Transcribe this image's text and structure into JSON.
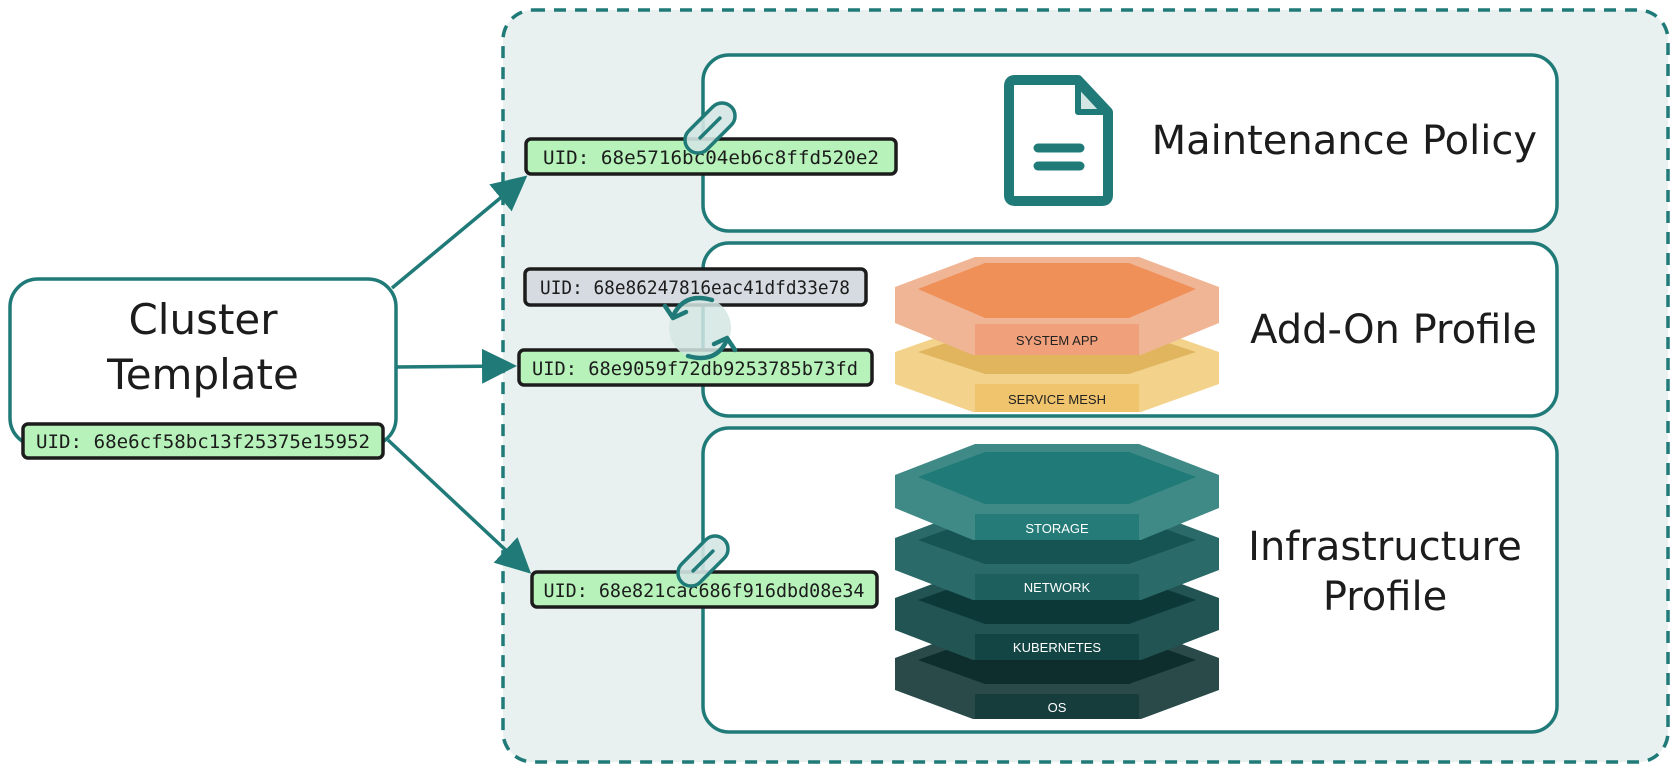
{
  "colors": {
    "teal": "#1f7a78",
    "panel_bg": "#e8f1f0",
    "uid_green": "#b6f2b9",
    "uid_gray": "#d6dbe1",
    "card_bg": "#ffffff"
  },
  "cluster_template": {
    "title_line1": "Cluster",
    "title_line2": "Template",
    "uid": "UID: 68e6cf58bc13f25375e15952"
  },
  "maintenance_policy": {
    "title": "Maintenance Policy",
    "uid": "UID: 68e5716bc04eb6c8ffd520e2",
    "icon": "document-icon",
    "link_icon": "link-icon"
  },
  "addon_profile": {
    "title": "Add-On Profile",
    "uid_previous": "UID: 68e86247816eac41dfd33e78",
    "uid_current": "UID: 68e9059f72db9253785b73fd",
    "sync_icon": "refresh-icon",
    "layers": [
      "SYSTEM APP",
      "SERVICE MESH"
    ]
  },
  "infrastructure_profile": {
    "title_line1": "Infrastructure",
    "title_line2": "Profile",
    "uid": "UID: 68e821cac686f916dbd08e34",
    "link_icon": "link-icon",
    "layers": [
      "STORAGE",
      "NETWORK",
      "KUBERNETES",
      "OS"
    ]
  }
}
